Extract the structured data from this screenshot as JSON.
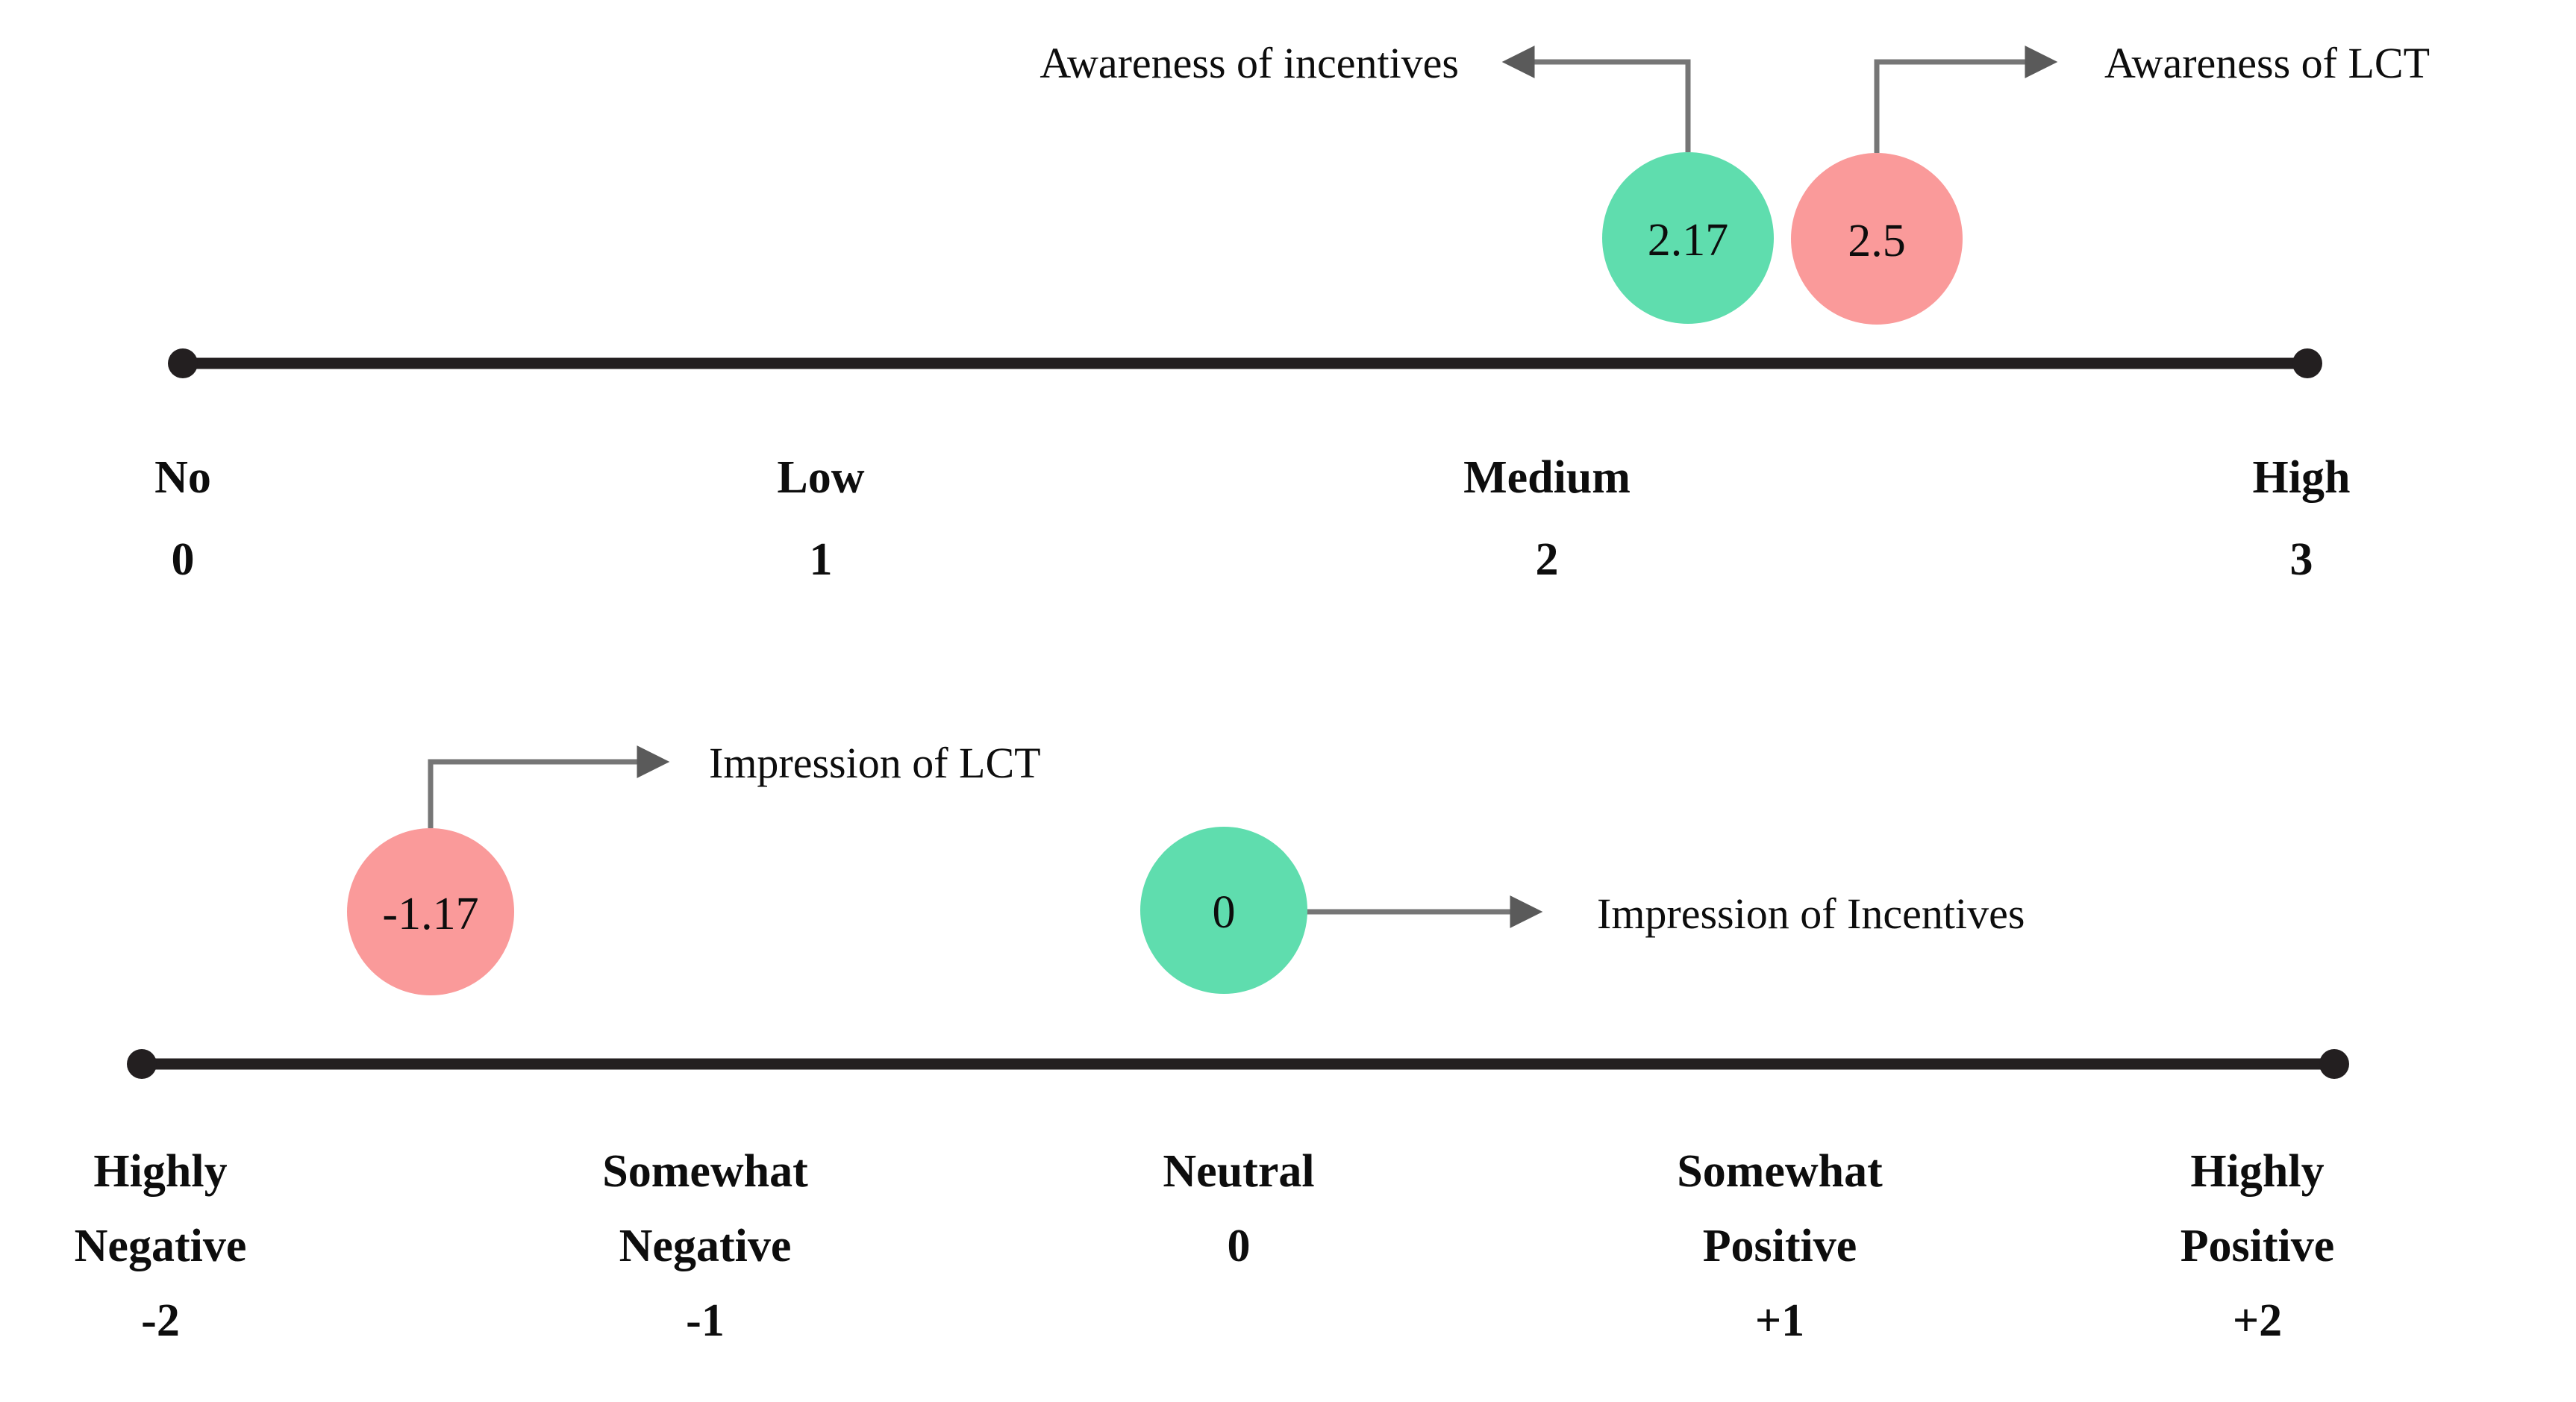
{
  "chart_data": {
    "type": "scatter",
    "title": "",
    "subtitle": "",
    "description": "Two annotated Likert-style number lines showing mean scores for awareness and impression measures",
    "grid": false,
    "legend_position": "none",
    "charts": [
      {
        "id": "awareness-scale",
        "name": "Awareness scale",
        "axis_label": "",
        "xlim": [
          0,
          3
        ],
        "tick_values": [
          0,
          1,
          2,
          3
        ],
        "tick_labels": [
          "No",
          "Low",
          "Medium",
          "High"
        ],
        "tick_numbers": [
          "0",
          "1",
          "2",
          "3"
        ],
        "points": [
          {
            "label": "Awareness of incentives",
            "value": "2.17",
            "numeric": 2.17,
            "color": "#5FDDAE",
            "color_name": "green"
          },
          {
            "label": "Awareness of LCT",
            "value": "2.5",
            "numeric": 2.5,
            "color": "#FA9A9A",
            "color_name": "pink"
          }
        ]
      },
      {
        "id": "impression-scale",
        "name": "Impression scale",
        "axis_label": "",
        "xlim": [
          -2,
          2
        ],
        "tick_values": [
          -2,
          -1,
          0,
          1,
          2
        ],
        "tick_labels": [
          "Highly Negative",
          "Somewhat Negative",
          "Neutral",
          "Somewhat Positive",
          "Highly Positive"
        ],
        "tick_numbers": [
          "-2",
          "-1",
          "0",
          "+1",
          "+2"
        ],
        "points": [
          {
            "label": "Impression of LCT",
            "value": "-1.17",
            "numeric": -1.17,
            "color": "#FA9A9A",
            "color_name": "pink"
          },
          {
            "label": "Impression of Incentives",
            "value": "0",
            "numeric": 0,
            "color": "#5FDDAE",
            "color_name": "green"
          }
        ]
      }
    ]
  },
  "colors": {
    "green_bubble": "#5FDDAE",
    "pink_bubble": "#FA9A9A",
    "axis_line": "#231F20",
    "connector_line": "#767676",
    "text": "#0D0D0D",
    "background": "#FFFFFF"
  },
  "scale_top": {
    "callouts": {
      "left_label": "Awareness of incentives",
      "right_label": "Awareness of LCT"
    },
    "bubbles": {
      "green_value": "2.17",
      "pink_value": "2.5"
    },
    "ticks": [
      {
        "word": "No",
        "number": "0"
      },
      {
        "word": "Low",
        "number": "1"
      },
      {
        "word": "Medium",
        "number": "2"
      },
      {
        "word": "High",
        "number": "3"
      }
    ]
  },
  "scale_bottom": {
    "callouts": {
      "left_label": "Impression of LCT",
      "right_label": "Impression of Incentives"
    },
    "bubbles": {
      "pink_value": "-1.17",
      "green_value": "0"
    },
    "ticks": [
      {
        "word1": "Highly",
        "word2": "Negative",
        "number": "-2"
      },
      {
        "word1": "Somewhat",
        "word2": "Negative",
        "number": "-1"
      },
      {
        "word1": "Neutral",
        "word2": "",
        "number": "0"
      },
      {
        "word1": "Somewhat",
        "word2": "Positive",
        "number": "+1"
      },
      {
        "word1": "Highly",
        "word2": "Positive",
        "number": "+2"
      }
    ]
  }
}
